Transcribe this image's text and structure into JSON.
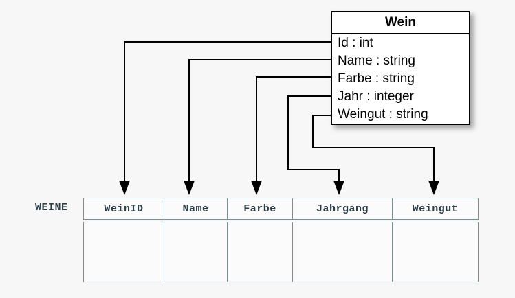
{
  "diagram": {
    "title": "Wein class to WEINE table mapping",
    "background_color": "#f7f7f7",
    "line_color": "#000000",
    "table_border_color": "#7c8d94",
    "table_text_color": "#2c3e44"
  },
  "uml_class": {
    "name": "Wein",
    "attributes": [
      {
        "label": "Id : int",
        "name": "Id",
        "type": "int"
      },
      {
        "label": "Name : string",
        "name": "Name",
        "type": "string"
      },
      {
        "label": "Farbe : string",
        "name": "Farbe",
        "type": "string"
      },
      {
        "label": "Jahr : integer",
        "name": "Jahr",
        "type": "integer"
      },
      {
        "label": "Weingut : string",
        "name": "Weingut",
        "type": "string"
      }
    ]
  },
  "relational_table": {
    "label": "WEINE",
    "columns": [
      {
        "header": "WeinID"
      },
      {
        "header": "Name"
      },
      {
        "header": "Farbe"
      },
      {
        "header": "Jahrgang"
      },
      {
        "header": "Weingut"
      }
    ],
    "rows": [
      [
        "",
        "",
        "",
        "",
        ""
      ]
    ]
  },
  "mappings": [
    {
      "from": "Id : int",
      "to": "WeinID"
    },
    {
      "from": "Name : string",
      "to": "Name"
    },
    {
      "from": "Farbe : string",
      "to": "Farbe"
    },
    {
      "from": "Jahr : integer",
      "to": "Jahrgang"
    },
    {
      "from": "Weingut : string",
      "to": "Weingut"
    }
  ]
}
